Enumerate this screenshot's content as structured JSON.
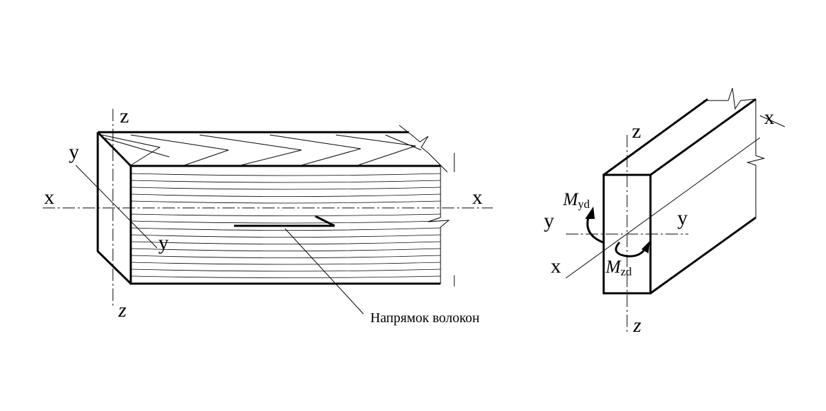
{
  "labels": {
    "beam_z_top": "z",
    "beam_z_bottom": "z",
    "beam_y_top": "y",
    "beam_y_bottom": "y",
    "beam_x_left": "x",
    "beam_x_right": "x",
    "grain_caption": "Напрямок волокон",
    "sec_z_top": "z",
    "sec_z_bottom": "z",
    "sec_y_left": "y",
    "sec_y_right": "y",
    "sec_x_left": "x",
    "sec_x_right": "x",
    "moment_y_main": "M",
    "moment_y_sub": "yd",
    "moment_z_main": "M",
    "moment_z_sub": "zd"
  }
}
